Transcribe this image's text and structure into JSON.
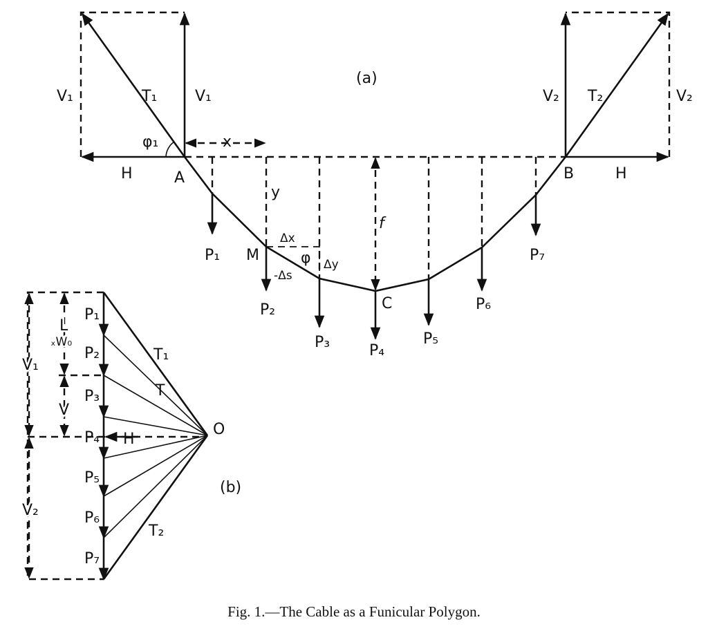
{
  "figure": {
    "part_a_label": "(a)",
    "part_b_label": "(b)",
    "caption": "Fig. 1.—The Cable as a Funicular Polygon."
  },
  "part_a": {
    "supports": {
      "A": "A",
      "B": "B",
      "C": "C",
      "M": "M"
    },
    "left": {
      "V_outer": "V₁",
      "T": "T₁",
      "V_inner": "V₁",
      "H": "H",
      "phi": "φ₁"
    },
    "right": {
      "V_inner": "V₂",
      "T": "T₂",
      "V_outer": "V₂",
      "H": "H"
    },
    "dims": {
      "x": "x",
      "y": "y",
      "f": "f"
    },
    "element": {
      "dx": "Δx",
      "dy": "Δy",
      "ds": "-Δs",
      "phi": "φ"
    },
    "loads": [
      "P₁",
      "P₂",
      "P₃",
      "P₄",
      "P₅",
      "P₆",
      "P₇"
    ]
  },
  "part_b": {
    "loads": [
      "P₁",
      "P₂",
      "P₃",
      "P₄",
      "P₅",
      "P₆",
      "P₇"
    ],
    "rays": {
      "T1": "T₁",
      "T": "T",
      "T2": "T₂"
    },
    "pole": "O",
    "H": "H",
    "V1": "V₁",
    "V": "V",
    "V2": "V₂",
    "L": "L",
    "Wx": "ₓW₀"
  }
}
